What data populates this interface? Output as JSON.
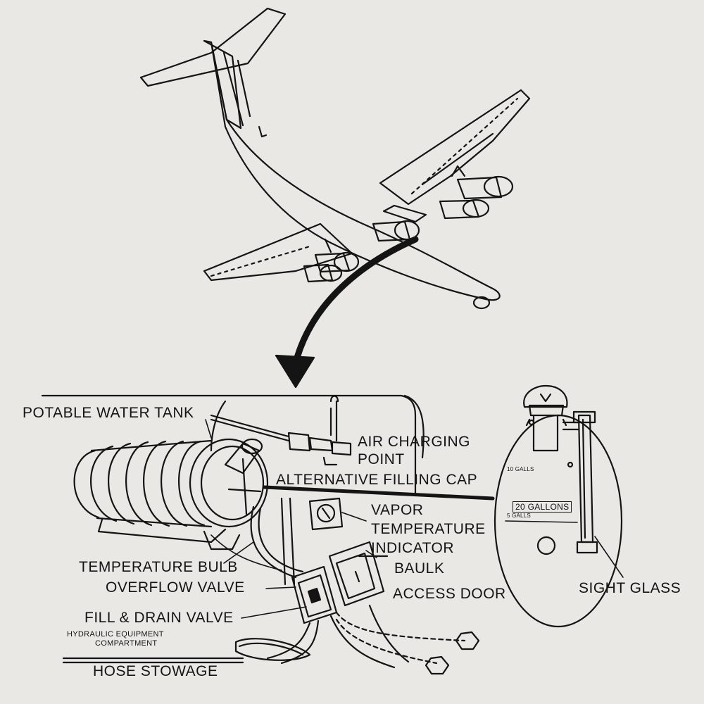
{
  "labels": {
    "potable_water_tank": "POTABLE WATER TANK",
    "air_charging_point_line1": "AIR CHARGING",
    "air_charging_point_line2": "POINT",
    "alternative_filling_cap": "ALTERNATIVE FILLING CAP",
    "vapor_line1": "VAPOR",
    "temperature_line2": "TEMPERATURE",
    "indicator_line3": "INDICATOR",
    "temperature_bulb": "TEMPERATURE BULB",
    "baulk": "BAULK",
    "overflow_valve": "OVERFLOW VALVE",
    "access_door": "ACCESS DOOR",
    "fill_drain_valve": "FILL & DRAIN VALVE",
    "hydraulic_line1": "HYDRAULIC EQUIPMENT",
    "hydraulic_line2": "COMPARTMENT",
    "hose_stowage": "HOSE STOWAGE",
    "sight_glass": "SIGHT GLASS"
  },
  "sight_panel": {
    "capacity_plaque": "20 GALLONS",
    "mark_top": "10 GALLS",
    "mark_mid": "5 GALLS"
  },
  "colors": {
    "ink": "#141414",
    "paper": "#e9e8e4"
  }
}
